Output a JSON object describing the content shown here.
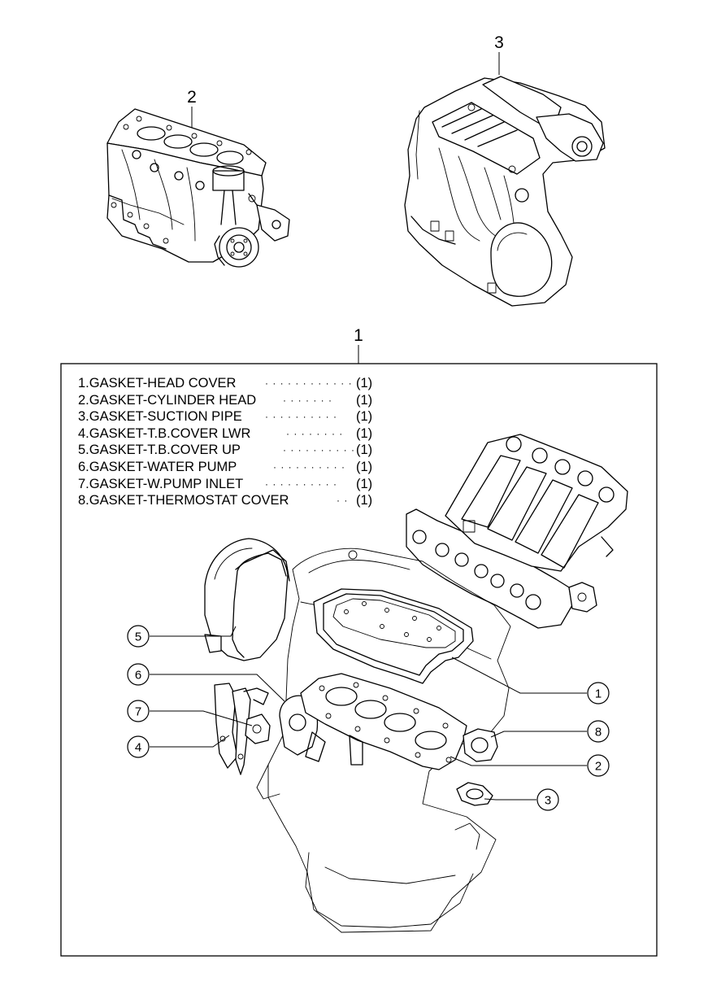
{
  "labels": {
    "engine_assembly": "1",
    "short_block": "2",
    "long_block": "3"
  },
  "parts": [
    {
      "text": "1.GASKET-HEAD COVER",
      "dots": "· · · · · · · · · · · ·",
      "qty": "(1)"
    },
    {
      "text": "2.GASKET-CYLINDER HEAD",
      "dots": "· · · · · · ·",
      "qty": "(1)"
    },
    {
      "text": "3.GASKET-SUCTION PIPE",
      "dots": "· · · · · · · · · ·",
      "qty": "(1)"
    },
    {
      "text": "4.GASKET-T.B.COVER LWR",
      "dots": "· · · · · · · ·",
      "qty": "(1)"
    },
    {
      "text": "5.GASKET-T.B.COVER UP",
      "dots": "· · · · · · · · · ·",
      "qty": "(1)"
    },
    {
      "text": "6.GASKET-WATER PUMP",
      "dots": "· · · · · · · · · ·",
      "qty": "(1)"
    },
    {
      "text": "7.GASKET-W.PUMP INLET",
      "dots": "· · · · · · · · · ·",
      "qty": "(1)"
    },
    {
      "text": "8.GASKET-THERMOSTAT COVER",
      "dots": "· ·",
      "qty": "(1)"
    }
  ],
  "callouts": [
    "1",
    "2",
    "3",
    "4",
    "5",
    "6",
    "7",
    "8"
  ],
  "icons": {
    "short_block": "engine-short-block-icon",
    "long_block": "engine-long-block-icon",
    "gasket_kit": "engine-gasket-kit-icon"
  }
}
